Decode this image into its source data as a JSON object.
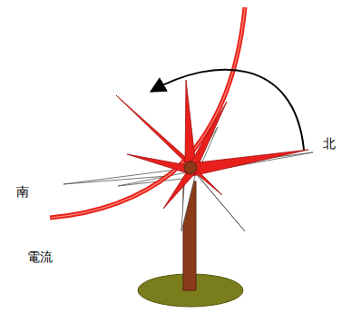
{
  "diagram": {
    "labels": [
      "北",
      "南",
      "電流"
    ]
  }
}
